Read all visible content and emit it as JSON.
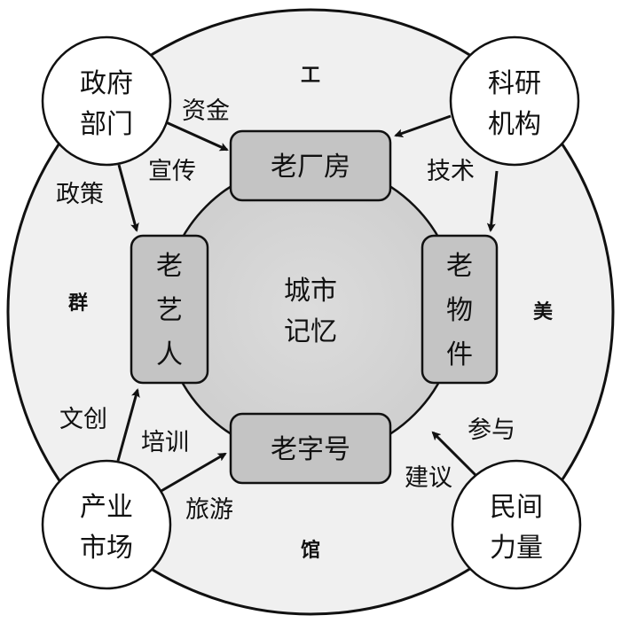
{
  "diagram": {
    "center": {
      "line1": "城市",
      "line2": "记忆"
    },
    "ring_labels": {
      "top": "工",
      "left": "群",
      "right": "美",
      "bottom": "馆"
    },
    "boxes": {
      "top": "老厂房",
      "left": [
        "老",
        "艺",
        "人"
      ],
      "right": [
        "老",
        "物",
        "件"
      ],
      "bottom": "老字号"
    },
    "actors": {
      "government": {
        "line1": "政府",
        "line2": "部门"
      },
      "research": {
        "line1": "科研",
        "line2": "机构"
      },
      "industry": {
        "line1": "产业",
        "line2": "市场"
      },
      "civil": {
        "line1": "民间",
        "line2": "力量"
      }
    },
    "edge_labels": {
      "funding": "资金",
      "publicity": "宣传",
      "policy": "政策",
      "technology": "技术",
      "cultural_creative": "文创",
      "training": "培训",
      "tourism": "旅游",
      "participation": "参与",
      "suggestion": "建议"
    },
    "colors": {
      "outer_ring": "#f0f0f0",
      "inner_circle": "#d6d6d6",
      "box_fill": "#c4c4c4",
      "actor_fill": "#ffffff",
      "stroke": "#111111"
    }
  }
}
